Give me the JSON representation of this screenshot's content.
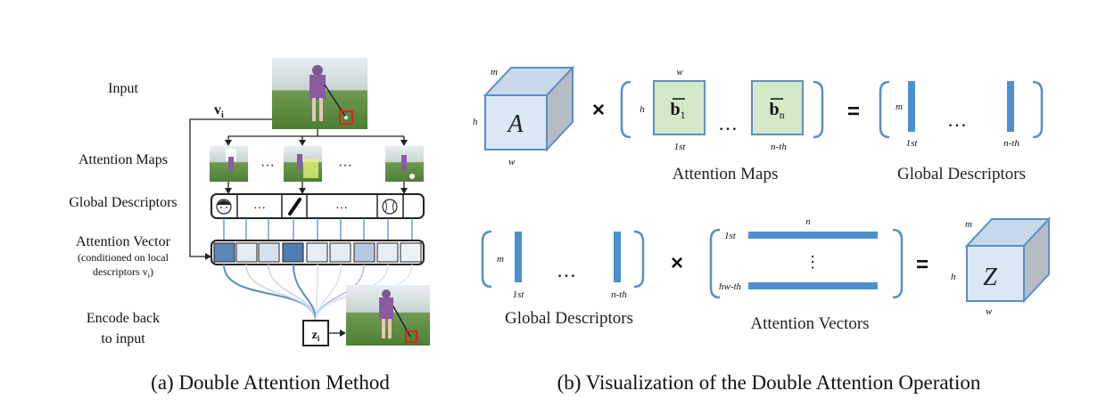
{
  "colors": {
    "accent": "#5b8dc9",
    "bar": "#4d90cf",
    "cube_front": "#dbe8f6",
    "cube_side": "#b6bcc4",
    "cube_top": "#c9d9ec",
    "map_fill": "#d3e8c6",
    "map_stroke": "#5d8fbf",
    "highlight_red": "#e0201c"
  },
  "panel_a": {
    "labels": {
      "input": "Input",
      "attention_maps": "Attention Maps",
      "global_descriptors": "Global Descriptors",
      "attention_vector": "Attention Vector",
      "conditioned_line1": "(conditioned on local",
      "conditioned_line2": "descriptors v",
      "conditioned_sub": "i",
      "conditioned_close": ")",
      "encode_line1": "Encode back",
      "encode_line2": "to input"
    },
    "v_label": "v",
    "v_sub": "i",
    "z_label": "z",
    "z_sub": "i",
    "ellipsis": "…",
    "dots": "···",
    "descriptor_icons": [
      "face-icon",
      "bat-icon",
      "baseball-icon"
    ],
    "caption": "(a) Double Attention Method"
  },
  "panel_b": {
    "cube_a": {
      "letter": "A",
      "m": "m",
      "h": "h",
      "w": "w"
    },
    "times": "×",
    "equals": "=",
    "maps": {
      "b_letter": "b",
      "first_sub": "1",
      "last_sub": "n",
      "w": "w",
      "h": "h",
      "first_label": "1st",
      "last_label": "n-th",
      "title": "Attention Maps"
    },
    "global_top": {
      "m": "m",
      "first_label": "1st",
      "last_label": "n-th",
      "title": "Global Descriptors"
    },
    "global_bottom": {
      "m": "m",
      "first_label": "1st",
      "last_label": "n-th",
      "title": "Global Descriptors"
    },
    "vectors": {
      "n": "n",
      "first_label": "1st",
      "last_label": "hw-th",
      "vdots": "⋮",
      "title": "Attention Vectors"
    },
    "cube_z": {
      "letter": "Z",
      "m": "m",
      "h": "h",
      "w": "w"
    },
    "ellipsis": "…",
    "caption": "(b) Visualization of the Double Attention Operation"
  }
}
